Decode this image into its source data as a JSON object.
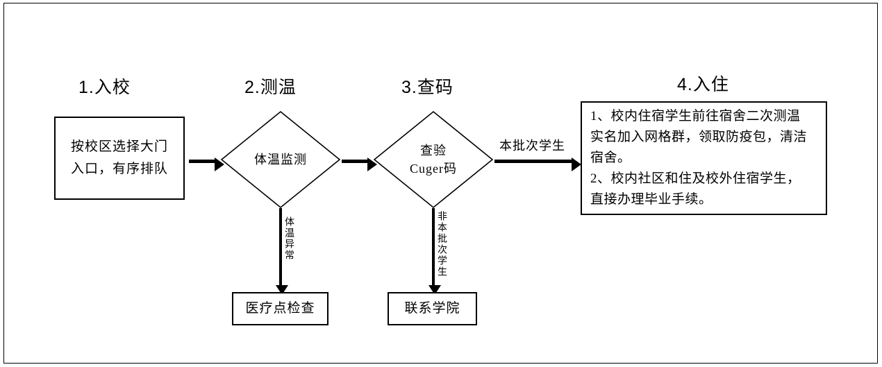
{
  "diagram": {
    "title_row": [
      {
        "id": "step-1",
        "label": "1.入校"
      },
      {
        "id": "step-2",
        "label": "2.测温"
      },
      {
        "id": "step-3",
        "label": "3.查码"
      },
      {
        "id": "step-4",
        "label": "4.入住"
      }
    ],
    "nodes": {
      "entry_box": {
        "shape": "rectangle",
        "text": "按校区选择大门\n入口，有序排队"
      },
      "temperature_diamond": {
        "shape": "diamond",
        "text": "体温监测"
      },
      "code_diamond": {
        "shape": "diamond",
        "text": "查验\nCuger码"
      },
      "checkin_box": {
        "shape": "rectangle",
        "text": "1、校内住宿学生前往宿舍二次测温\n实名加入网格群，领取防疫包，清洁\n宿舍。\n2、校内社区和住及校外住宿学生，\n直接办理毕业手续。"
      },
      "medical_box": {
        "shape": "rectangle",
        "text": "医疗点检查"
      },
      "college_box": {
        "shape": "rectangle",
        "text": "联系学院"
      }
    },
    "edges": [
      {
        "id": "entry-to-temperature",
        "label": "",
        "direction": "right"
      },
      {
        "id": "temperature-to-code",
        "label": "",
        "direction": "right"
      },
      {
        "id": "code-to-checkin",
        "label": "本批次学生",
        "direction": "right"
      },
      {
        "id": "temperature-to-medical",
        "label": "体温异常",
        "direction": "down"
      },
      {
        "id": "code-to-college",
        "label": "非本批次学生",
        "direction": "down"
      }
    ],
    "colors": {
      "stroke": "#000000",
      "background": "#ffffff"
    }
  }
}
